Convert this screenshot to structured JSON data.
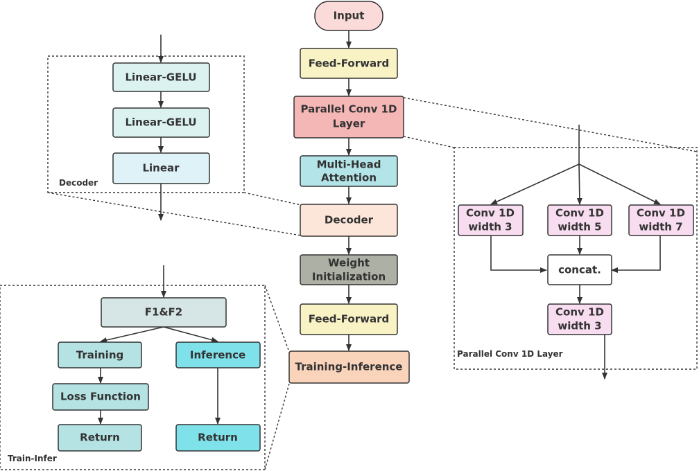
{
  "nodes": {
    "input": "Input",
    "feed_forward_1": "Feed-Forward",
    "parallel_conv_line1": "Parallel Conv 1D",
    "parallel_conv_line2": "Layer",
    "mha_line1": "Multi-Head",
    "mha_line2": "Attention",
    "decoder": "Decoder",
    "weight_init_line1": "Weight",
    "weight_init_line2": "Initialization",
    "feed_forward_2": "Feed-Forward",
    "training_inference": "Training-Inference",
    "linear_gelu_1": "Linear-GELU",
    "linear_gelu_2": "Linear-GELU",
    "linear": "Linear",
    "f1f2": "F1&F2",
    "training": "Training",
    "inference": "Inference",
    "loss_function": "Loss Function",
    "return_training": "Return",
    "return_inference": "Return",
    "conv_w3_line1": "Conv 1D",
    "conv_w3_line2": "width 3",
    "conv_w5_line1": "Conv 1D",
    "conv_w5_line2": "width 5",
    "conv_w7_line1": "Conv 1D",
    "conv_w7_line2": "width 7",
    "concat": "concat.",
    "conv_final_line1": "Conv 1D",
    "conv_final_line2": "width 3"
  },
  "groups": {
    "decoder_label": "Decoder",
    "train_infer_label": "Train-Infer",
    "parallel_conv_label": "Parallel Conv 1D Layer"
  },
  "colors": {
    "input": "#fbdada",
    "feed_forward": "#f8f2c4",
    "parallel_conv": "#f5b6b6",
    "multi_head": "#b3e4e8",
    "decoder": "#fce6d9",
    "weight_init": "#adb0a5",
    "training_inference": "#fad3bb",
    "linear_gelu": "#dbf2f1",
    "linear": "#dff2f8",
    "f1f2": "#d6e5e5",
    "training": "#b5e2e3",
    "inference": "#7fe1ea",
    "conv": "#f8dcef",
    "concat": "#ffffff"
  }
}
